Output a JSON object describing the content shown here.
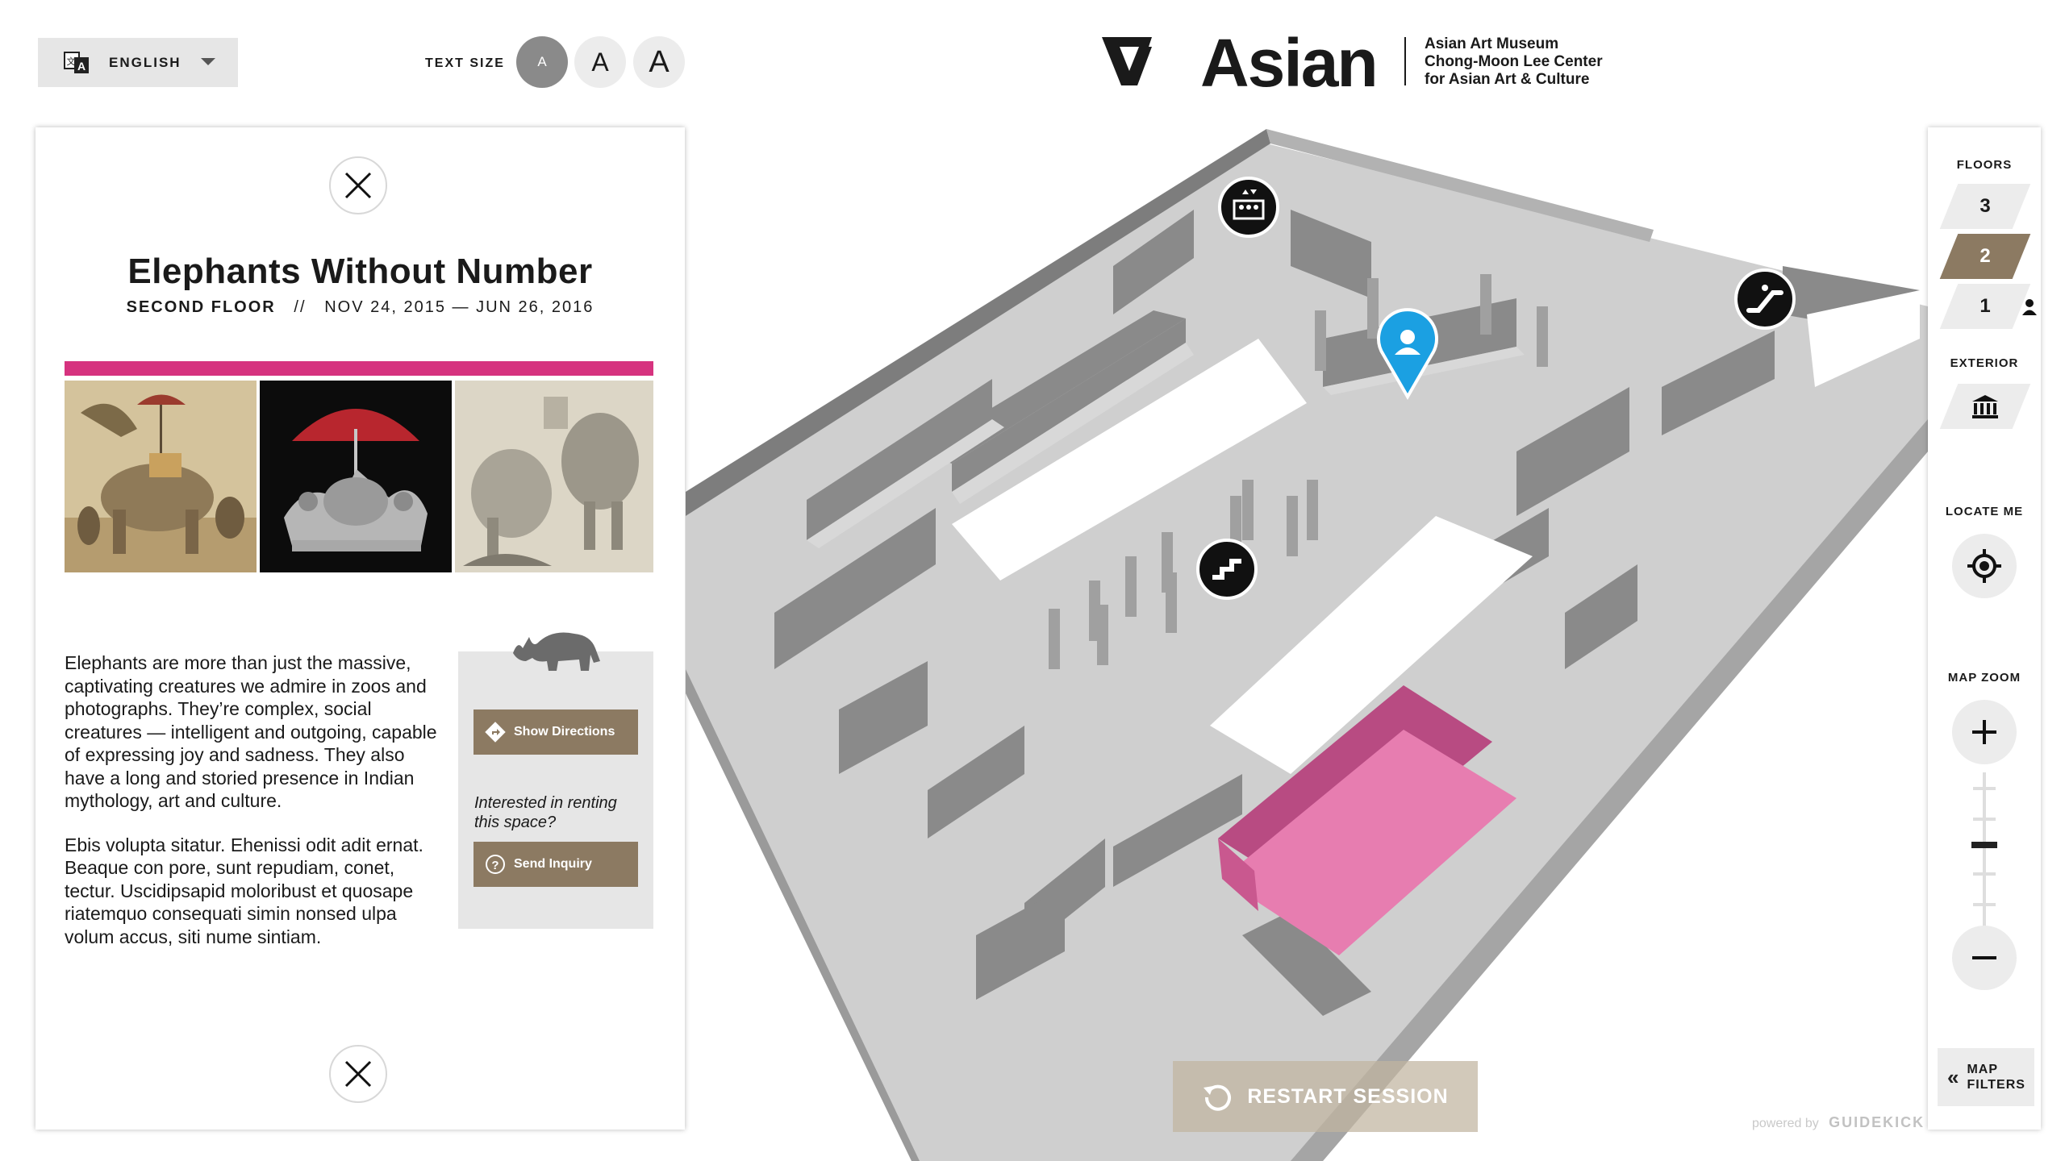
{
  "language": {
    "label": "ENGLISH"
  },
  "text_size": {
    "label": "TEXT SIZE",
    "options": [
      "A",
      "A",
      "A"
    ],
    "active_index": 0
  },
  "brand": {
    "wordmark": "Asian",
    "subtitle_line1": "Asian Art Museum",
    "subtitle_line2": "Chong-Moon Lee Center",
    "subtitle_line3": "for Asian Art & Culture"
  },
  "exhibit": {
    "title": "Elephants Without Number",
    "floor": "SECOND FLOOR",
    "separator": "//",
    "dates": "NOV 24, 2015 — JUN 26, 2016",
    "accent_color": "#d6337f",
    "paragraph1": "Elephants are more than just the massive, captivating creatures we admire in zoos and photographs. They’re complex, social creatures — intelligent and outgoing, capable of expressing joy and sadness. They also have a long and storied presence in Indian mythology, art and culture.",
    "paragraph2": "Ebis volupta sitatur. Ehenissi odit adit ernat. Beaque con pore, sunt repudiam, conet, tectur. Uscidipsapid moloribust et quosape riatemquo consequati simin nonsed ulpa volum accus, siti nume sintiam."
  },
  "actions": {
    "directions_label": "Show Directions",
    "rent_prompt": "Interested in renting this space?",
    "inquiry_label": "Send Inquiry",
    "button_color": "#8c7a62"
  },
  "toolbar": {
    "floors_label": "FLOORS",
    "floors": [
      "3",
      "2",
      "1"
    ],
    "active_floor": "2",
    "exterior_label": "EXTERIOR",
    "locate_label": "LOCATE ME",
    "zoom_label": "MAP ZOOM",
    "filters_label_line1": "MAP",
    "filters_label_line2": "FILTERS"
  },
  "restart": {
    "label": "RESTART SESSION"
  },
  "powered_by": {
    "prefix": "powered by",
    "brand": "GUIDEKICK"
  },
  "map": {
    "icons": [
      "elevator-icon",
      "escalator-icon",
      "stairs-icon",
      "you-are-here-icon"
    ],
    "highlight_color": "#e77db0"
  }
}
